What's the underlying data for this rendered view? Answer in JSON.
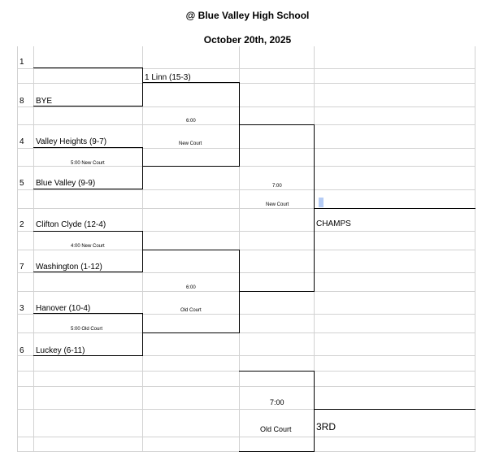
{
  "header": {
    "venue": "@ Blue Valley High School",
    "date": "October 20th, 2025"
  },
  "seeds": [
    "1",
    "8",
    "4",
    "5",
    "2",
    "7",
    "3",
    "6"
  ],
  "teams": {
    "bye": "BYE",
    "valley_heights": "Valley Heights (9-7)",
    "blue_valley": "Blue Valley (9-9)",
    "clifton_clyde": "Clifton Clyde (12-4)",
    "washington": "Washington (1-12)",
    "hanover": "Hanover (10-4)",
    "luckey": "Luckey (6-11)"
  },
  "round2": {
    "linn": "1 Linn (15-3)"
  },
  "games": {
    "g1_time": "5:00 New Court",
    "g2_time": "4:00 New Court",
    "g3_time": "5:00 Old  Court",
    "sf1_time": "6:00",
    "sf1_court": "New  Court",
    "sf2_time": "6:00",
    "sf2_court": "Old Court",
    "final_time": "7:00",
    "final_court": "New Court",
    "third_time": "7:00",
    "third_court": "Old Court"
  },
  "results": {
    "champs": "CHAMPS",
    "third": "3RD"
  },
  "colors": {
    "gridline": "#d2d2d2",
    "bracket": "#000000",
    "selection": "#b5ccf5"
  }
}
